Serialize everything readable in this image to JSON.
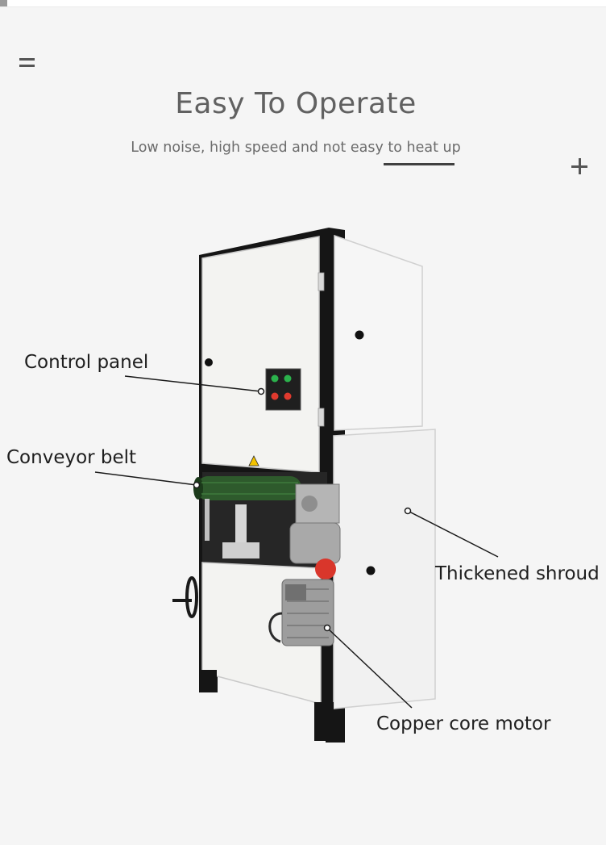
{
  "header": {
    "title": "Easy To Operate",
    "subtitle": "Low noise, high speed and not easy to heat up"
  },
  "icons": {
    "menu": "menu-icon",
    "expand": "plus-icon"
  },
  "callouts": {
    "control_panel": "Control panel",
    "conveyor_belt": "Conveyor belt",
    "thickened_shroud": "Thickened shroud",
    "copper_core_motor": "Copper core motor"
  },
  "colors": {
    "background": "#f5f5f5",
    "title_text": "#616161",
    "accent_underline": "#404040",
    "start_button": "#2bb24c",
    "stop_button": "#e03a2e",
    "belt": "#2e5a2c"
  }
}
